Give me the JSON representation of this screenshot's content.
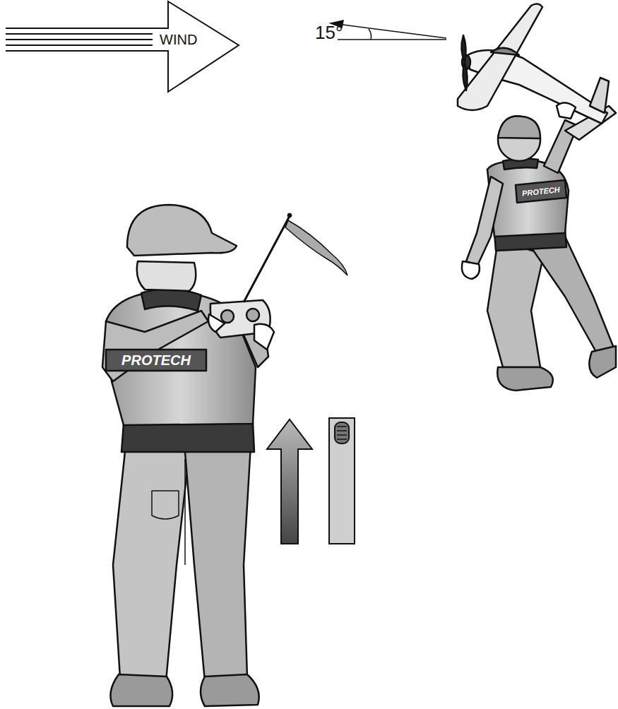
{
  "diagram": {
    "labels": [
      "WIND",
      "15°",
      "PROTECH",
      "PROTECH"
    ]
  }
}
